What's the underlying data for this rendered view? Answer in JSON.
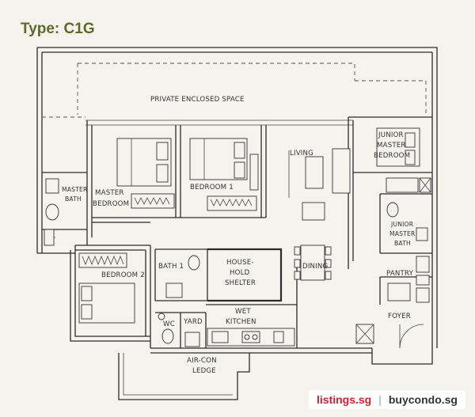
{
  "title": "Type: C1G",
  "rooms": {
    "private_enclosed_space": "PRIVATE ENCLOSED SPACE",
    "living": "LIVING",
    "junior_master_bedroom": [
      "JUNIOR",
      "MASTER",
      "BEDROOM"
    ],
    "master_bath": [
      "MASTER",
      "BATH"
    ],
    "master_bedroom": [
      "MASTER",
      "BEDROOM"
    ],
    "bedroom_1": "BEDROOM 1",
    "junior_master_bath": [
      "JUNIOR",
      "MASTER",
      "BATH"
    ],
    "bedroom_2": "BEDROOM 2",
    "bath_1": "BATH 1",
    "household_shelter": [
      "HOUSE-",
      "HOLD",
      "SHELTER"
    ],
    "dining": "DINING",
    "pantry": "PANTRY",
    "wc": "WC",
    "yard": "YARD",
    "wet_kitchen": [
      "WET",
      "KITCHEN"
    ],
    "foyer": "FOYER",
    "aircon_ledge": [
      "AIR-CON",
      "LEDGE"
    ]
  },
  "watermark": {
    "left": "listings.sg",
    "separator": "|",
    "right": "buycondo.sg"
  },
  "colors": {
    "title": "#5e6a2c",
    "watermark_brand": "#d3202f"
  }
}
